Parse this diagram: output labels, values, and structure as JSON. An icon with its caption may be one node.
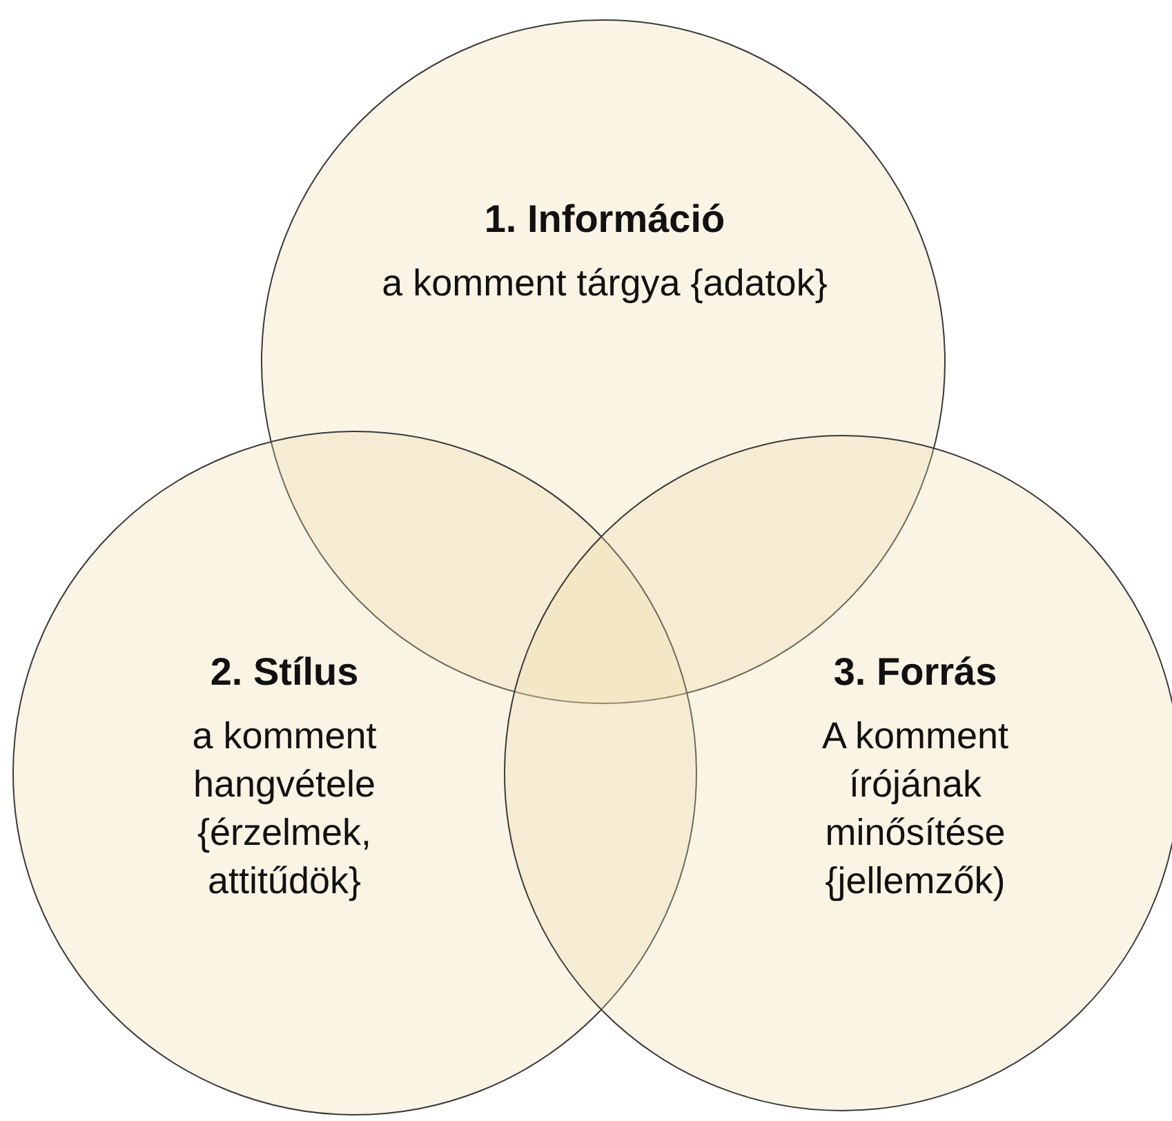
{
  "diagram": {
    "nodes": [
      {
        "text": [
          "1. Információ",
          "a komment tárgya {adatok}"
        ]
      },
      {
        "text": [
          "2. Stílus",
          "a komment hangvétele {érzelmek, attitűdök}"
        ]
      },
      {
        "text": [
          "3. Forrás",
          "A komment írójának minősítése {jellemzők)"
        ]
      }
    ]
  }
}
